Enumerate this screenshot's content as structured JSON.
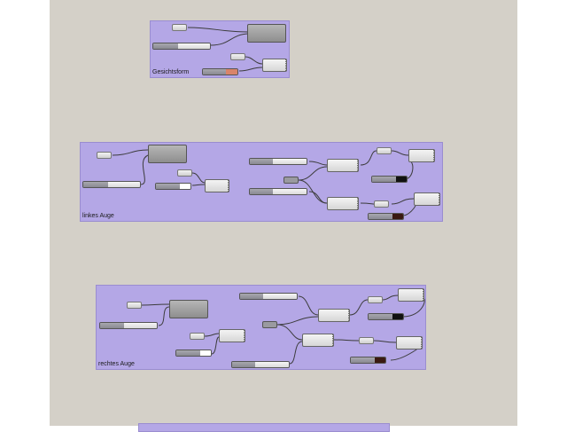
{
  "canvas": {
    "background": "#d4d0c8",
    "group_color": "#b4a7e6"
  },
  "groups": {
    "gesichtsform": {
      "label": "Gesichtsform"
    },
    "linkes_auge": {
      "label": "linkes Auge"
    },
    "rechtes_auge": {
      "label": "rechtes Auge"
    }
  },
  "swatches": {
    "salmon": "#d9846a",
    "black": "#111111",
    "dark_brown": "#3a1a12",
    "white": "#ffffff"
  }
}
